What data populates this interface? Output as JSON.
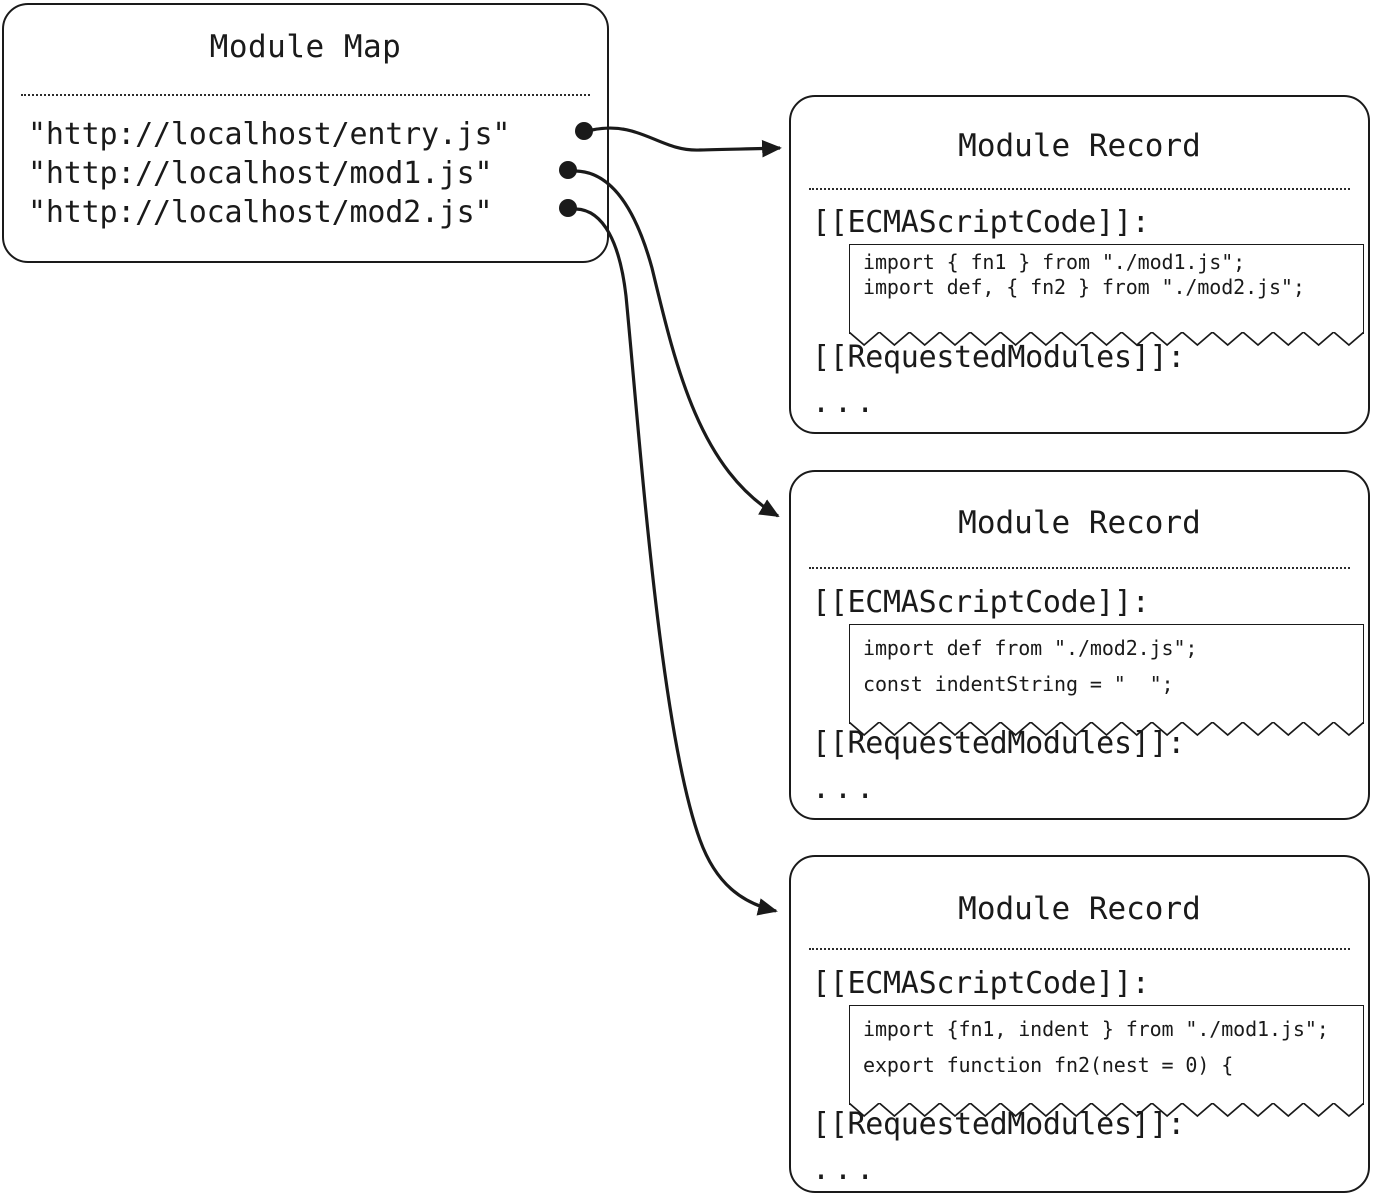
{
  "module_map": {
    "title": "Module Map",
    "entries": [
      "\"http://localhost/entry.js\"",
      "\"http://localhost/mod1.js\"",
      "\"http://localhost/mod2.js\""
    ]
  },
  "records": [
    {
      "title": "Module Record",
      "field_code_label": "[[ECMAScriptCode]]:",
      "code_lines": [
        "import { fn1 } from \"./mod1.js\";",
        "import def, { fn2 } from \"./mod2.js\";"
      ],
      "field_requested_label": "[[RequestedModules]]:",
      "ellipsis": "..."
    },
    {
      "title": "Module Record",
      "field_code_label": "[[ECMAScriptCode]]:",
      "code_lines": [
        "import def from \"./mod2.js\";",
        "const indentString = \"  \";"
      ],
      "field_requested_label": "[[RequestedModules]]:",
      "ellipsis": "..."
    },
    {
      "title": "Module Record",
      "field_code_label": "[[ECMAScriptCode]]:",
      "code_lines": [
        "import {fn1, indent } from \"./mod1.js\";",
        "export function fn2(nest = 0) {"
      ],
      "field_requested_label": "[[RequestedModules]]:",
      "ellipsis": "..."
    }
  ],
  "connections": [
    {
      "from_entry": 0,
      "to_record": 0
    },
    {
      "from_entry": 1,
      "to_record": 1
    },
    {
      "from_entry": 2,
      "to_record": 2
    }
  ],
  "colors": {
    "stroke": "#1a1a1a",
    "background": "#ffffff"
  }
}
